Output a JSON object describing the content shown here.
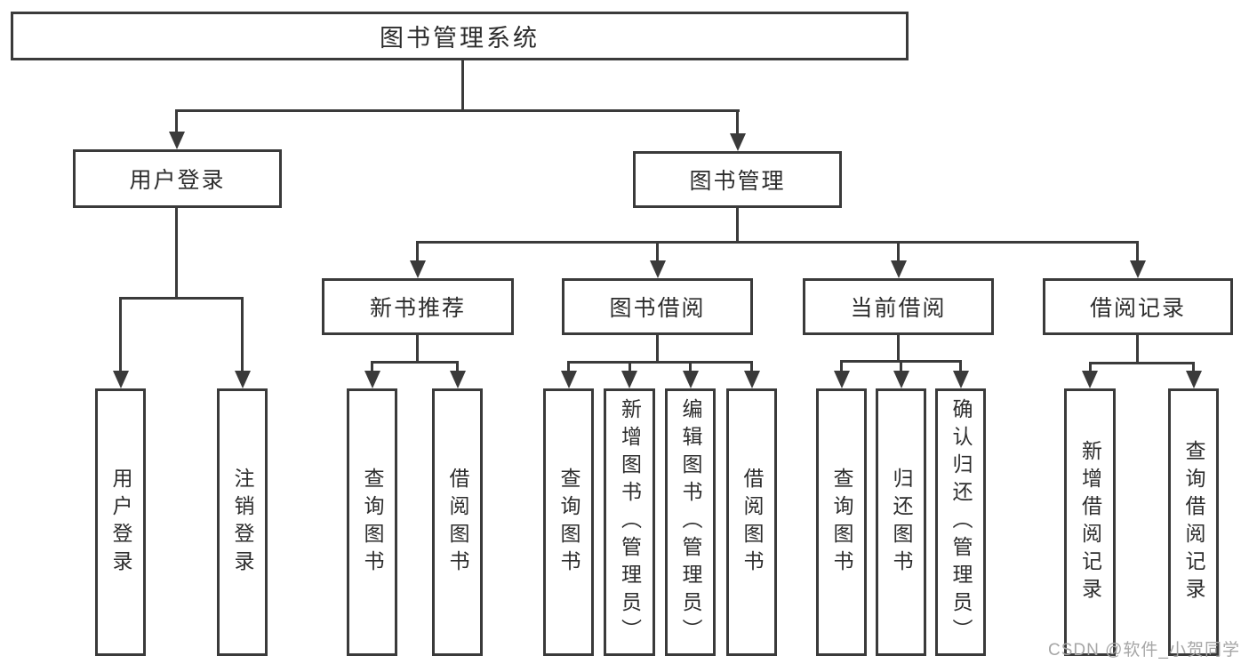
{
  "diagram": {
    "root": {
      "label": "图书管理系统"
    },
    "level2": [
      {
        "label": "用户登录",
        "children": [
          {
            "label": "用户登录"
          },
          {
            "label": "注销登录"
          }
        ]
      },
      {
        "label": "图书管理",
        "children": [
          {
            "label": "新书推荐",
            "children": [
              {
                "label": "查询图书"
              },
              {
                "label": "借阅图书"
              }
            ]
          },
          {
            "label": "图书借阅",
            "children": [
              {
                "label": "查询图书"
              },
              {
                "label": "新增图书（管理员）"
              },
              {
                "label": "编辑图书（管理员）"
              },
              {
                "label": "借阅图书"
              }
            ]
          },
          {
            "label": "当前借阅",
            "children": [
              {
                "label": "查询图书"
              },
              {
                "label": "归还图书"
              },
              {
                "label": "确认归还（管理员）"
              }
            ]
          },
          {
            "label": "借阅记录",
            "children": [
              {
                "label": "新增借阅记录"
              },
              {
                "label": "查询借阅记录"
              }
            ]
          }
        ]
      }
    ]
  },
  "watermark": {
    "text": "CSDN @软件_小贺同学"
  },
  "colors": {
    "line": "#3a3a3a",
    "text": "#2d2d2d",
    "watermark": "#a6a6a6",
    "background": "#ffffff"
  }
}
